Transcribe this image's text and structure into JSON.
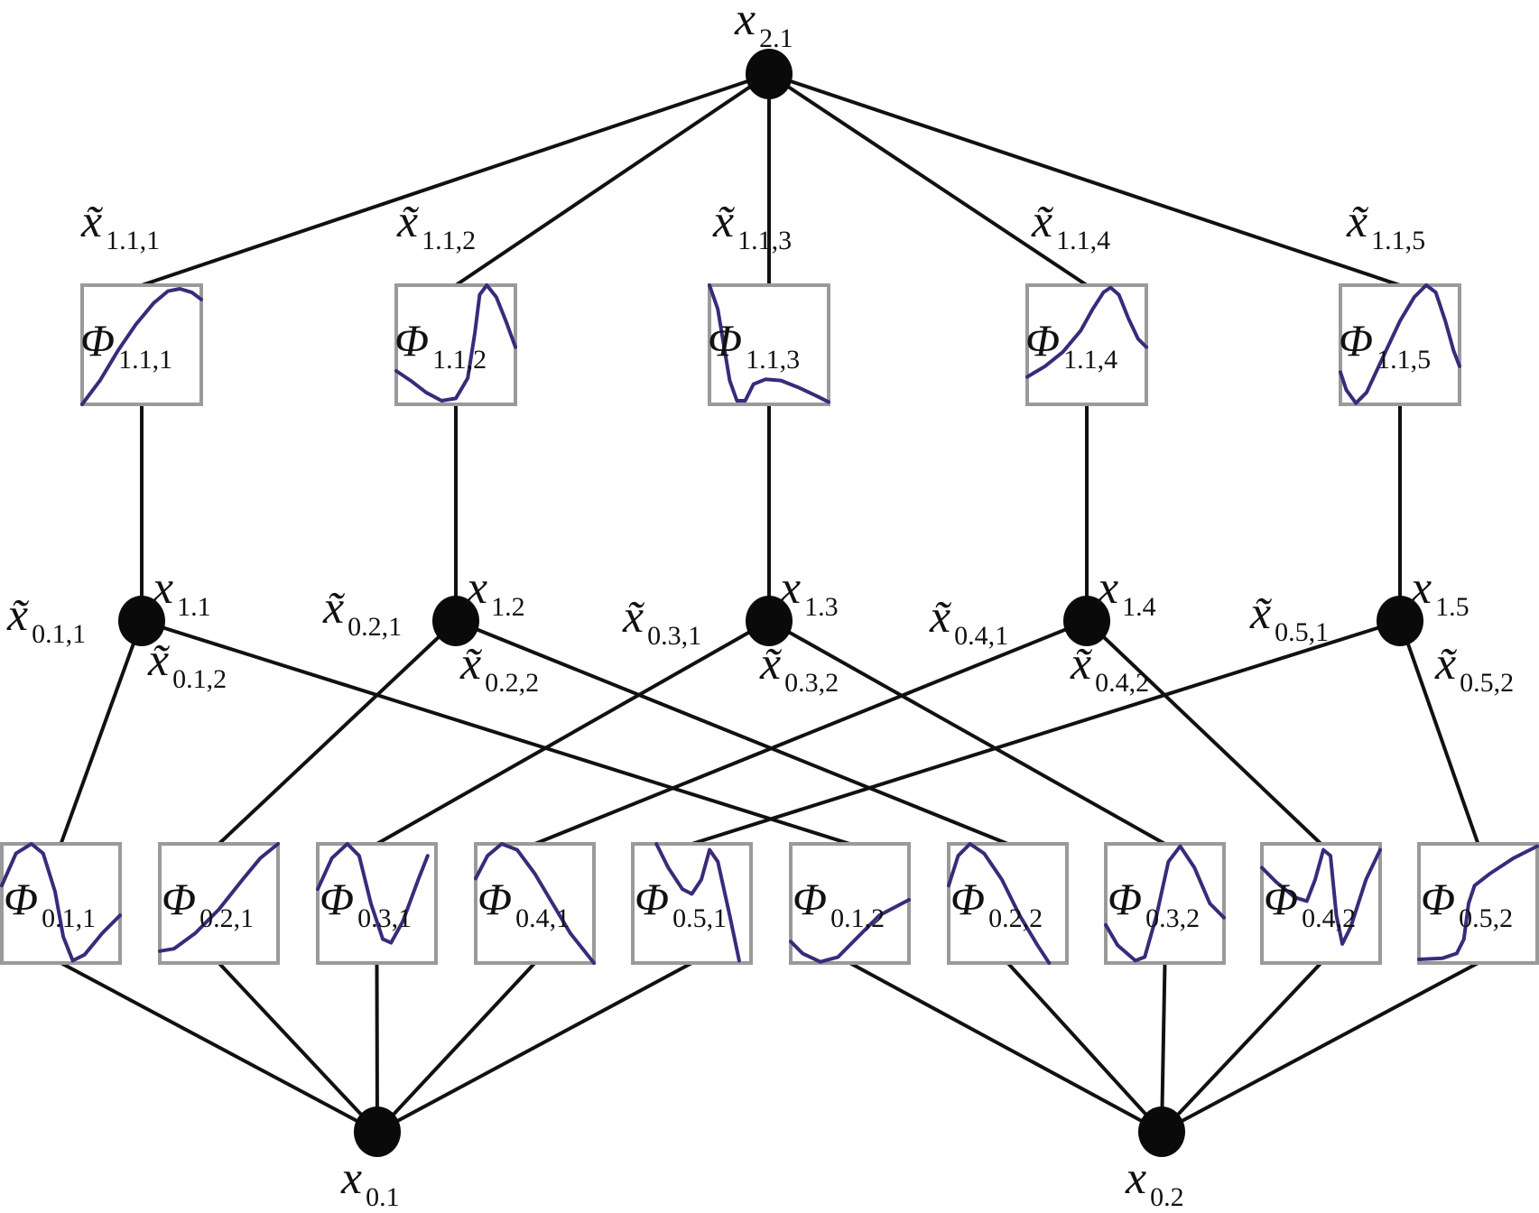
{
  "diagram": {
    "type": "Kolmogorov-Arnold network",
    "colors": {
      "curve": "#3b2a7a",
      "edge": "#111111",
      "box_border": "#9a9a9a",
      "node": "#0a0a0a"
    },
    "output_node": {
      "symbol": "x",
      "subscript": "2.1"
    },
    "hidden_nodes": [
      {
        "symbol": "x",
        "subscript": "1.1"
      },
      {
        "symbol": "x",
        "subscript": "1.2"
      },
      {
        "symbol": "x",
        "subscript": "1.3"
      },
      {
        "symbol": "x",
        "subscript": "1.4"
      },
      {
        "symbol": "x",
        "subscript": "1.5"
      }
    ],
    "input_nodes": [
      {
        "symbol": "x",
        "subscript": "0.1"
      },
      {
        "symbol": "x",
        "subscript": "0.2"
      }
    ],
    "top_functions": [
      {
        "symbol": "Φ",
        "subscript": "1.1,1",
        "shape": "rising-then-peak"
      },
      {
        "symbol": "Φ",
        "subscript": "1.1,2",
        "shape": "dip-then-sharp-peak"
      },
      {
        "symbol": "Φ",
        "subscript": "1.1,3",
        "shape": "sharp-drop-then-bump"
      },
      {
        "symbol": "Φ",
        "subscript": "1.1,4",
        "shape": "rising-peak-then-drop"
      },
      {
        "symbol": "Φ",
        "subscript": "1.1,5",
        "shape": "dip-rise-peak-drop"
      }
    ],
    "top_edge_labels": [
      {
        "symbol": "x̃",
        "subscript": "1.1,1"
      },
      {
        "symbol": "x̃",
        "subscript": "1.1,2"
      },
      {
        "symbol": "x̃",
        "subscript": "1.1,3"
      },
      {
        "symbol": "x̃",
        "subscript": "1.1,4"
      },
      {
        "symbol": "x̃",
        "subscript": "1.1,5"
      }
    ],
    "hidden_edge_labels": [
      {
        "symbol": "x̃",
        "subscript": "0.1,1"
      },
      {
        "symbol": "x̃",
        "subscript": "0.1,2"
      },
      {
        "symbol": "x̃",
        "subscript": "0.2,1"
      },
      {
        "symbol": "x̃",
        "subscript": "0.2,2"
      },
      {
        "symbol": "x̃",
        "subscript": "0.3,1"
      },
      {
        "symbol": "x̃",
        "subscript": "0.3,2"
      },
      {
        "symbol": "x̃",
        "subscript": "0.4,1"
      },
      {
        "symbol": "x̃",
        "subscript": "0.4,2"
      },
      {
        "symbol": "x̃",
        "subscript": "0.5,1"
      },
      {
        "symbol": "x̃",
        "subscript": "0.5,2"
      }
    ],
    "bottom_functions": [
      {
        "symbol": "Φ",
        "subscript": "0.1,1",
        "input": "0.1",
        "target": "1.1"
      },
      {
        "symbol": "Φ",
        "subscript": "0.2,1",
        "input": "0.1",
        "target": "1.2"
      },
      {
        "symbol": "Φ",
        "subscript": "0.3,1",
        "input": "0.1",
        "target": "1.3"
      },
      {
        "symbol": "Φ",
        "subscript": "0.4,1",
        "input": "0.1",
        "target": "1.4"
      },
      {
        "symbol": "Φ",
        "subscript": "0.5,1",
        "input": "0.1",
        "target": "1.5"
      },
      {
        "symbol": "Φ",
        "subscript": "0.1,2",
        "input": "0.2",
        "target": "1.1"
      },
      {
        "symbol": "Φ",
        "subscript": "0.2,2",
        "input": "0.2",
        "target": "1.2"
      },
      {
        "symbol": "Φ",
        "subscript": "0.3,2",
        "input": "0.2",
        "target": "1.3"
      },
      {
        "symbol": "Φ",
        "subscript": "0.4,2",
        "input": "0.2",
        "target": "1.4"
      },
      {
        "symbol": "Φ",
        "subscript": "0.5,2",
        "input": "0.2",
        "target": "1.5"
      }
    ]
  }
}
